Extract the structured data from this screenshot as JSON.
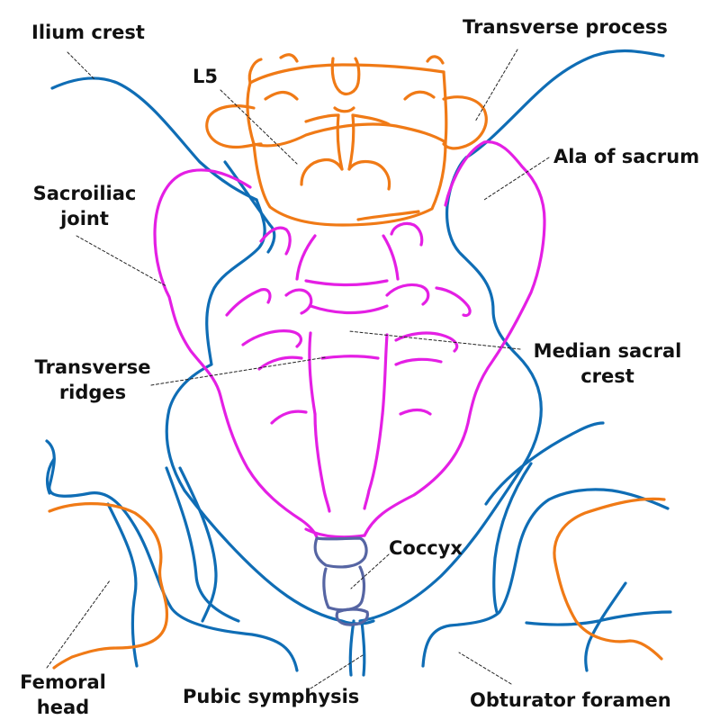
{
  "colors": {
    "ilium": "#0f6db5",
    "lumbar": "#f07a16",
    "sacrum": "#e41fe4",
    "coccyx": "#5665a3",
    "femur": "#f07a16",
    "leader": "#222222"
  },
  "labels": {
    "ilium_crest": "Ilium crest",
    "transverse_process": "Transverse process",
    "l5": "L5",
    "ala_of_sacrum": "Ala of sacrum",
    "sacroiliac_joint_line1": "Sacroiliac",
    "sacroiliac_joint_line2": "joint",
    "median_sacral_crest_line1": "Median sacral",
    "median_sacral_crest_line2": "crest",
    "transverse_ridges_line1": "Transverse",
    "transverse_ridges_line2": "ridges",
    "coccyx": "Coccyx",
    "femoral_head_line1": "Femoral",
    "femoral_head_line2": "head",
    "pubic_symphysis": "Pubic symphysis",
    "obturator_foramen": "Obturator foramen"
  }
}
